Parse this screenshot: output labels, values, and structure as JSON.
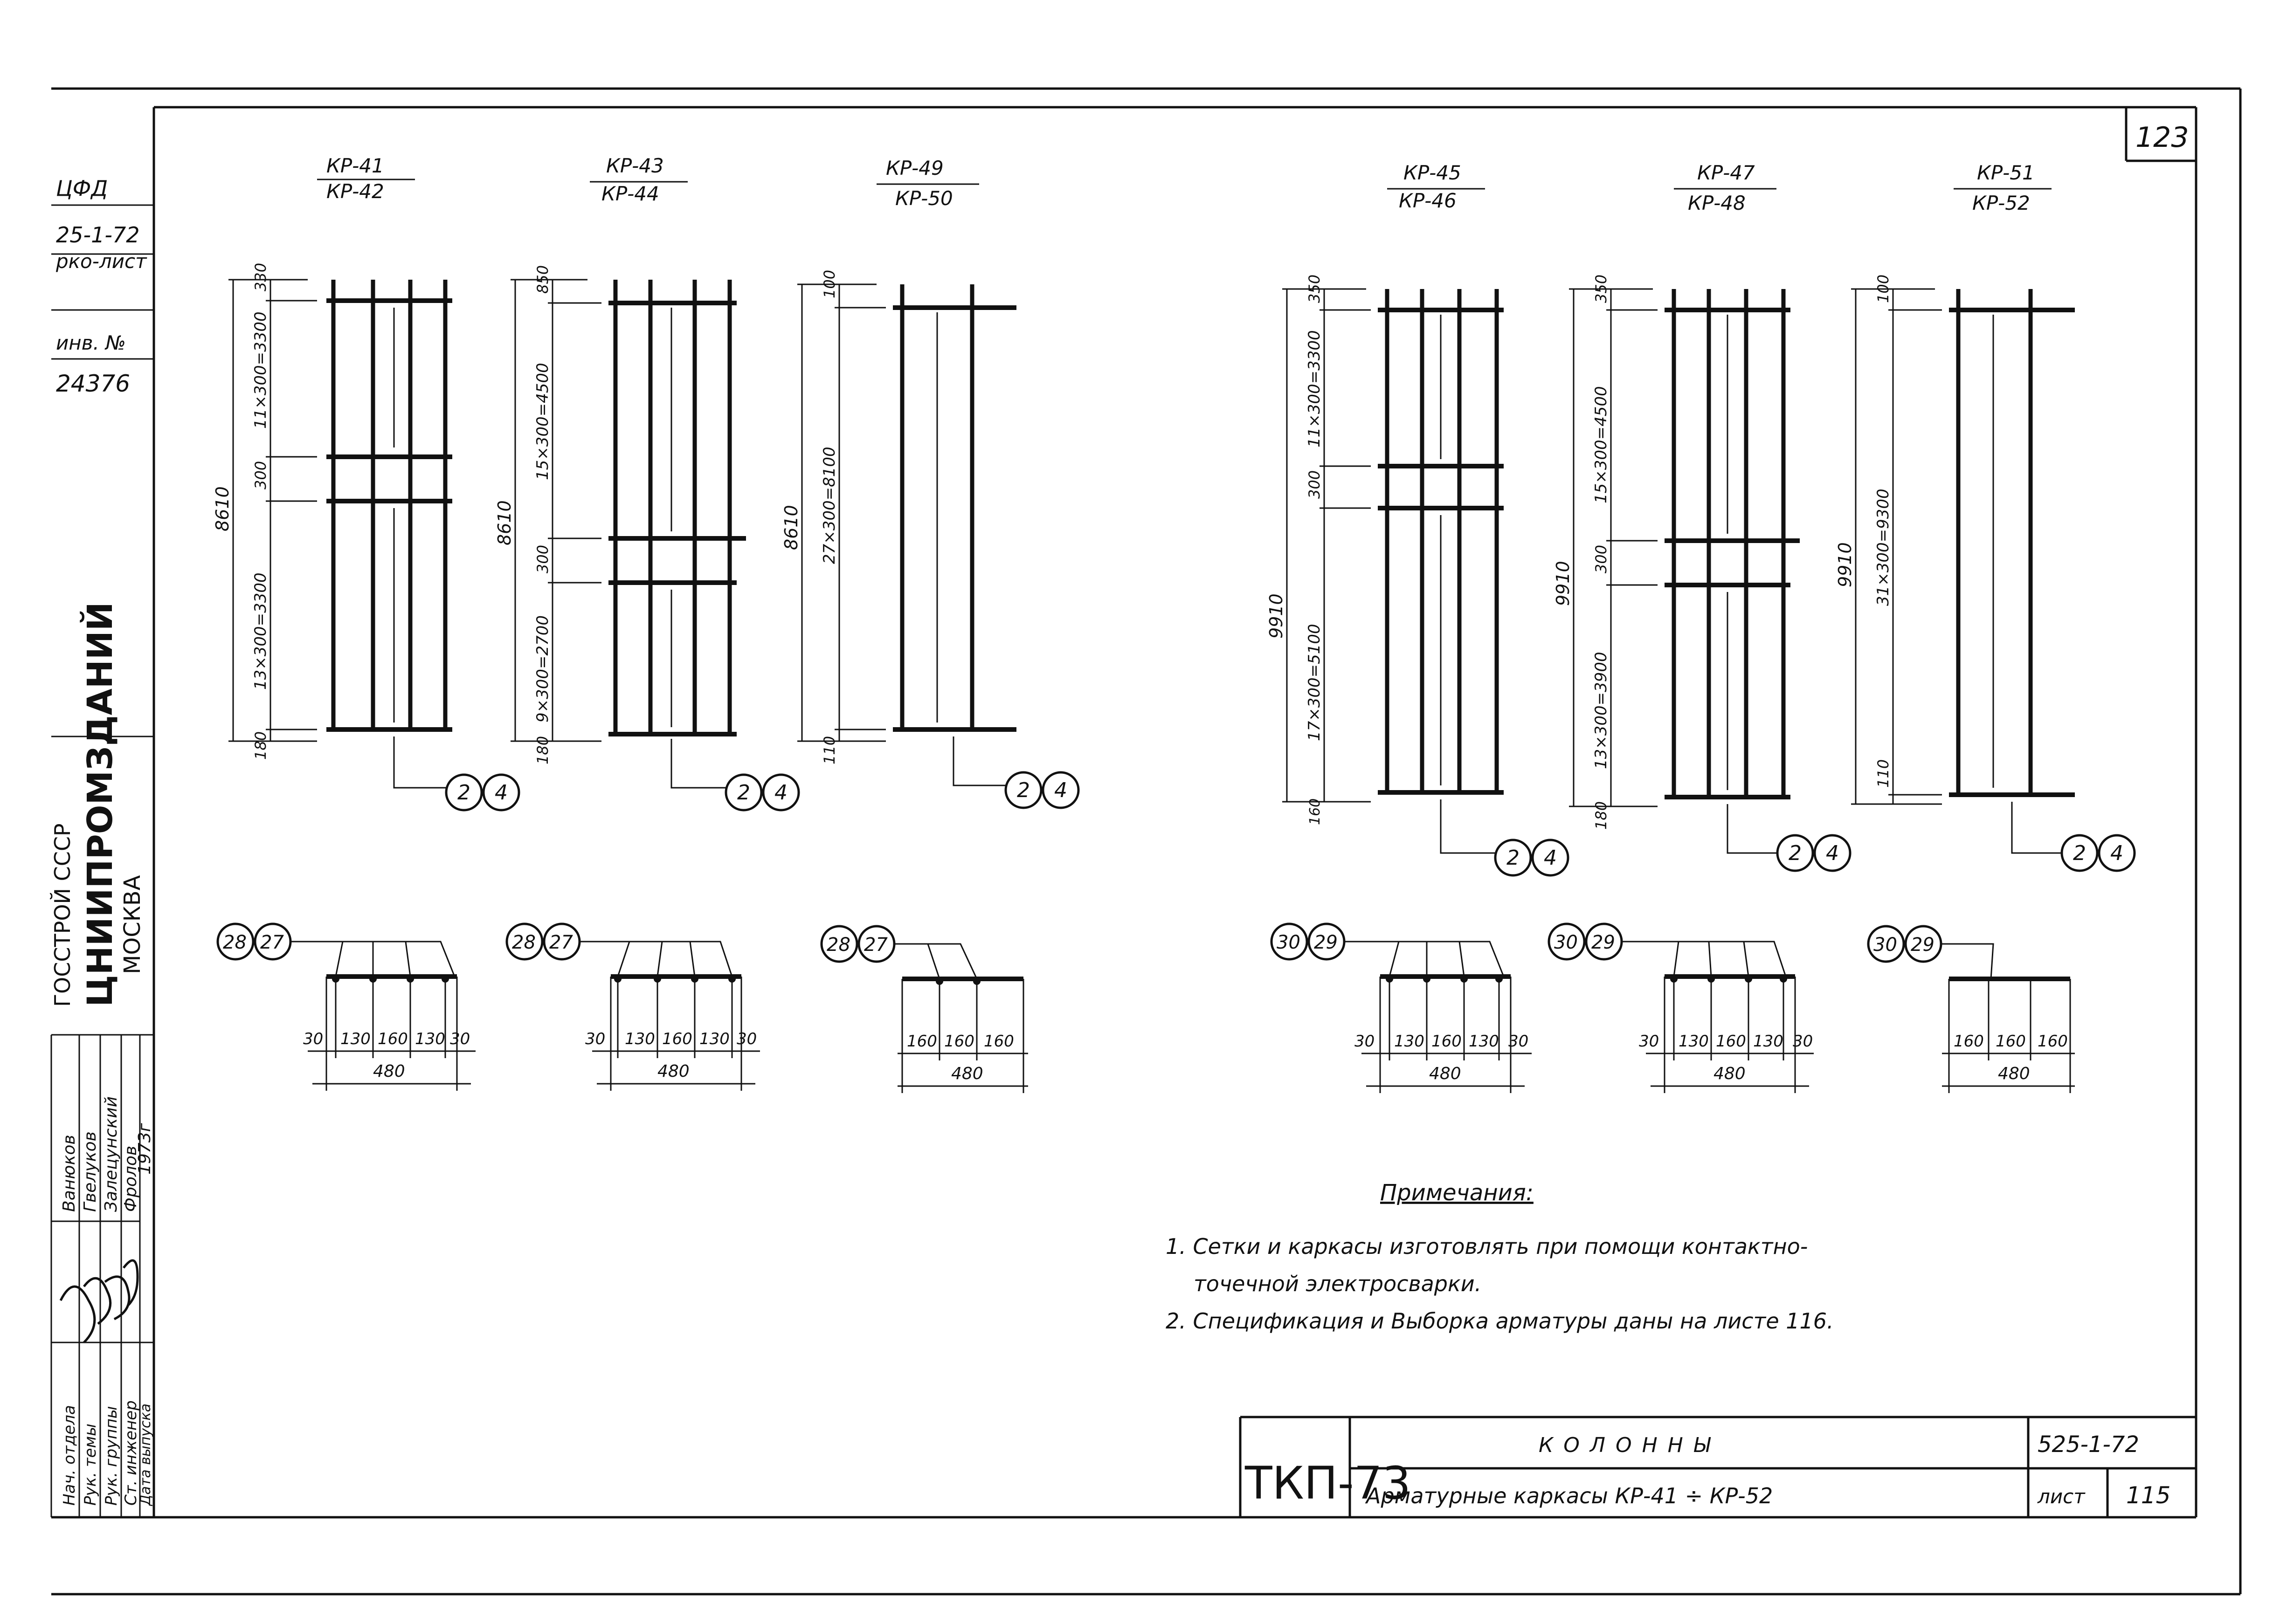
{
  "sheet": {
    "corner_number": "123",
    "notes_heading": "Примечания:",
    "note1_line1": "1. Сетки и каркасы изготовлять при помощи контактно-",
    "note1_line2": "точечной электросварки.",
    "note2": "2. Спецификация и Выборка арматуры даны на листе 116."
  },
  "left_margin": {
    "field1": "ЦФД",
    "field2": "25-1-72",
    "field3": "рко-лист",
    "field4": "инв. №",
    "field5": "24376",
    "org_line1": "ГОССТРОЙ СССР",
    "org_name": "ЦНИИПРОМЗДАНИЙ",
    "org_city": "МОСКВА",
    "roles": [
      "Нач. отдела",
      "Рук. темы",
      "Рук. группы",
      "Ст. инженер",
      "Дата выпуска"
    ],
    "names": [
      "Ванюков",
      "Гвелуков",
      "Залецунский",
      "Фролов",
      "1973г"
    ]
  },
  "title_block": {
    "stamp": "ТКП-73",
    "title": "КОЛОННЫ",
    "subtitle": "Арматурные каркасы КР-41 ÷ КР-52",
    "series": "525-1-72",
    "sheet_label": "лист",
    "sheet_number": "115"
  },
  "frames": [
    {
      "id": "a",
      "top": "КР-41",
      "bottom": "КР-42",
      "total": "8610",
      "seg_top": "330",
      "zone1": "11×300=3300",
      "mid": "300",
      "zone2": "13×300=3300",
      "seg_bot": "180",
      "c1": "2",
      "c2": "4"
    },
    {
      "id": "b",
      "top": "КР-43",
      "bottom": "КР-44",
      "total": "8610",
      "seg_top": "850",
      "zone1": "15×300=4500",
      "mid": "300",
      "zone2": "9×300=2700",
      "seg_bot": "180",
      "c1": "2",
      "c2": "4"
    },
    {
      "id": "c",
      "top": "КР-49",
      "bottom": "КР-50",
      "total": "8610",
      "seg_top": "100",
      "zone1": "27×300=8100",
      "seg_bot": "110",
      "c1": "2",
      "c2": "4"
    },
    {
      "id": "d",
      "top": "КР-45",
      "bottom": "КР-46",
      "total": "9910",
      "seg_top": "350",
      "zone1": "11×300=3300",
      "mid": "300",
      "zone2": "17×300=5100",
      "seg_bot": "160",
      "c1": "2",
      "c2": "4"
    },
    {
      "id": "e",
      "top": "КР-47",
      "bottom": "КР-48",
      "total": "9910",
      "seg_top": "350",
      "zone1": "15×300=4500",
      "mid": "300",
      "zone2": "13×300=3900",
      "seg_bot": "180",
      "c1": "2",
      "c2": "4"
    },
    {
      "id": "f",
      "top": "КР-51",
      "bottom": "КР-52",
      "total": "9910",
      "seg_top": "100",
      "zone1": "31×300=9300",
      "seg_bot": "110",
      "c1": "2",
      "c2": "4"
    }
  ],
  "sections": [
    {
      "c1": "28",
      "c2": "27",
      "dims": [
        "30",
        "130",
        "160",
        "130",
        "30"
      ],
      "total": "480"
    },
    {
      "c1": "28",
      "c2": "27",
      "dims": [
        "30",
        "130",
        "160",
        "130",
        "30"
      ],
      "total": "480"
    },
    {
      "c1": "28",
      "c2": "27",
      "dims": [
        "160",
        "160",
        "160"
      ],
      "total": "480"
    },
    {
      "c1": "30",
      "c2": "29",
      "dims": [
        "30",
        "130",
        "160",
        "130",
        "30"
      ],
      "total": "480"
    },
    {
      "c1": "30",
      "c2": "29",
      "dims": [
        "30",
        "130",
        "160",
        "130",
        "30"
      ],
      "total": "480"
    },
    {
      "c1": "30",
      "c2": "29",
      "dims": [
        "160",
        "160",
        "160"
      ],
      "total": "480"
    }
  ]
}
